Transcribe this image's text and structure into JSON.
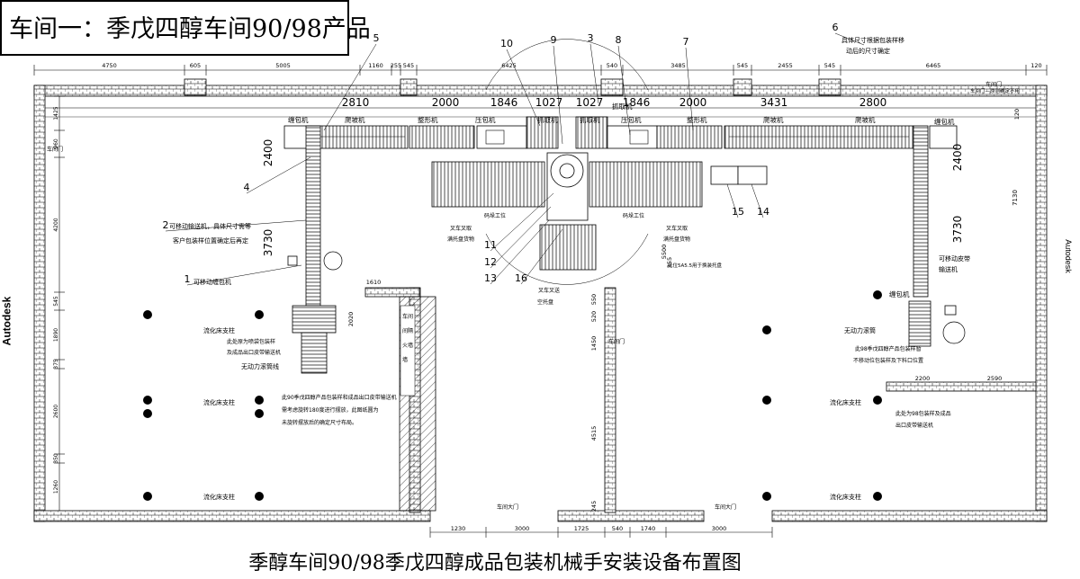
{
  "title": "车间一：季戊四醇车间90/98产品",
  "caption": "季醇车间90/98季戊四醇成品包装机械手安装设备布置图",
  "watermark_left": "Autodesk",
  "watermark_right": "Autodesk",
  "top_dimensions": [
    "4750",
    "605",
    "5005",
    "1160",
    "255",
    "545",
    "6425",
    "540",
    "3485",
    "545",
    "2455",
    "545",
    "6465",
    "120"
  ],
  "bottom_dimensions": [
    "1230",
    "3000",
    "1725",
    "540",
    "1740",
    "3000"
  ],
  "left_dimensions": [
    "1425",
    "960",
    "4200",
    "545",
    "1890",
    "375",
    "2600",
    "350",
    "1260"
  ],
  "line_dimensions": [
    "2810",
    "2000",
    "1846",
    "1027",
    "1027",
    "1846",
    "2000",
    "3431",
    "2800"
  ],
  "vertical_dimensions": [
    "2400",
    "3730",
    "2400",
    "3730",
    "7130"
  ],
  "misc_dimensions": [
    "1610",
    "2020",
    "2200",
    "2590",
    "550",
    "520",
    "1450",
    "4515",
    "245",
    "120",
    "355",
    "5500"
  ],
  "callouts": [
    "5",
    "10",
    "9",
    "3",
    "8",
    "7",
    "6",
    "4",
    "2",
    "1",
    "11",
    "12",
    "13",
    "16",
    "15",
    "14"
  ],
  "machine_labels": {
    "wrap_left": "缠包机",
    "wrap_right": "缠包机",
    "wrap_right_lower": "缠包机",
    "climb_left": "爬坡机",
    "climb_mid_right": "爬坡机",
    "climb_right": "爬坡机",
    "shape_left": "整形机",
    "shape_right": "整形机",
    "press_left": "压包机",
    "press_right": "压包机",
    "grab_left": "抓取机",
    "grab_right": "抓取机",
    "grab_top": "抓取机"
  },
  "notes": {
    "door_top": "车间门",
    "door_sub": "车间门—原则确定不用",
    "door_left": "车间门",
    "door_mid": "车间门",
    "door_big_left": "车间大门",
    "door_big_right": "车间大门",
    "note_6": "具体尺寸根据包装样移",
    "note_6b": "动后的尺寸确定",
    "note_2": "可移动输送机，具体尺寸需等",
    "note_2b": "客户包装样位置确定后再定",
    "note_1": "可移动缠包机",
    "pallet_left": "码垛工位",
    "pallet_right": "码垛工位",
    "forklift_left": "叉车叉取",
    "forklift_left_b": "满托盘货物",
    "forklift_right": "叉车叉取",
    "forklift_right_b": "满托盘货物",
    "forklift_bottom": "叉车叉送",
    "forklift_bottom_b": "空托盘",
    "pallet_change": "此位5A5.5用于换装托盘",
    "fluid_pillar_1": "流化床支柱",
    "fluid_pillar_2": "流化床支柱",
    "fluid_pillar_3": "流化床支柱",
    "fluid_pillar_4": "流化床支柱",
    "fluid_pillar_5": "流化床支柱",
    "conveyor_right": "可移动皮带",
    "conveyor_right_b": "输送机",
    "roller_left": "无动力滚筒线",
    "roller_right": "无动力滚筒",
    "left_note_1": "此处原为喷袋包装样",
    "left_note_2": "及成品出口皮带输送机",
    "right_note_1": "此98季戊四醇产品包装样暂",
    "right_note_2": "不移动位包装样及下料口位置",
    "right_note_3": "此处为98包装样及成品",
    "right_note_4": "出口皮带输送机",
    "center_note_1": "此90季戊四醇产品包装样和成品出口皮带输送机",
    "center_note_2": "需考虑旋转180度进行摆放，此图纸圆为",
    "center_note_3": "未旋转摆放后的确定尺寸布局。",
    "hatch_1": "车间",
    "hatch_2": "间隔",
    "hatch_3": "火墙",
    "hatch_4": "墙"
  }
}
